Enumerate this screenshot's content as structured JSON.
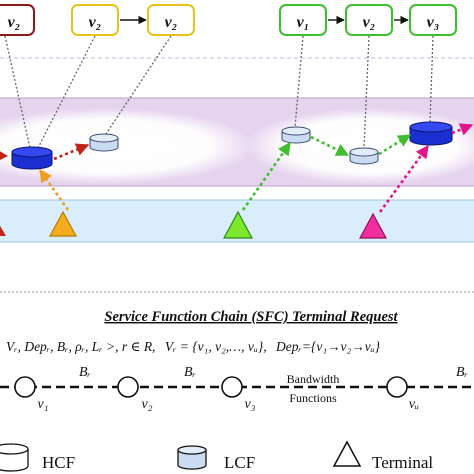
{
  "top_row": {
    "left_group_labels": [
      "v₂",
      "v₂",
      "v₂"
    ],
    "right_group_labels": [
      "v₁",
      "v₂",
      "v₃"
    ]
  },
  "sfc_panel": {
    "title": "Service Function Chain (SFC) Terminal Request",
    "formula_part_1": "Vᵣ, Depᵣ, Bᵣ, ρᵣ, Lᵣ >, r ∈ R,",
    "formula_part_2": "Vᵣ = {v₁, v₂,…, vᵤ},",
    "formula_part_3": "Depᵣ={v₁→v₂→vᵤ}",
    "chain": {
      "bandwidth_label": "Bᵣ",
      "bandwidth_text": "Bandwidth",
      "functions_text": "Functions",
      "node_labels": [
        "v₁",
        "v₂",
        "v₃",
        "vᵤ"
      ]
    }
  },
  "legend": {
    "hcf": "HCF",
    "lcf": "LCF",
    "terminal": "Terminal"
  },
  "colors": {
    "dark_red": "#8b1a1a",
    "yellow": "#e6c21a",
    "green": "#3fbf2f",
    "magenta": "#e0158a",
    "orange": "#f0a020",
    "hcf_blue": "#1a2fd0",
    "lcf_blue": "#c9dcf2",
    "band_purple": "#e6d4ef",
    "band_light_blue": "#d9eefa"
  }
}
